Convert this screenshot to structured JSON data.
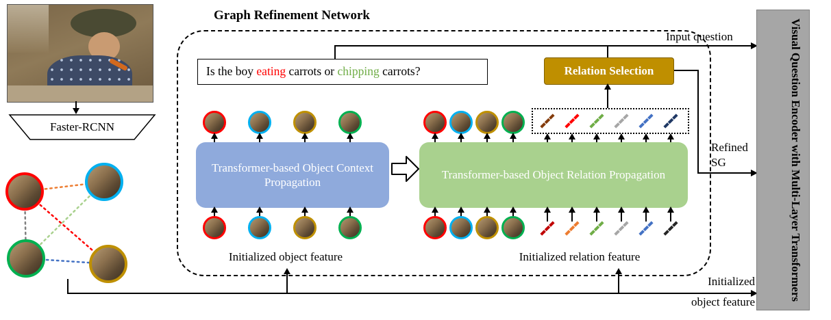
{
  "figure": {
    "title": "Graph Refinement Network",
    "question": {
      "part1": "Is the boy ",
      "eating": "eating",
      "part2": " carrots or ",
      "chipping": "chipping",
      "part3": " carrots?"
    },
    "blocks": {
      "faster_rcnn": "Faster-RCNN",
      "relation_selection": "Relation Selection",
      "object_context_propagation": "Transformer-based Object Context Propagation",
      "object_relation_propagation": "Transformer-based Object Relation Propagation",
      "question_encoder": "Visual Question Encoder with Multi-Layer Transformers"
    },
    "labels": {
      "input_question": "Input question",
      "refined_line1": "Refined",
      "refined_line2": "SG",
      "initialized_object_feature": "Initialized object feature",
      "initialized_relation_feature": "Initialized relation feature",
      "bottom_right_line1": "Initialized",
      "bottom_right_line2": "object feature"
    },
    "colors": {
      "question_eating": "#ff0000",
      "question_chipping": "#70ad47",
      "relation_selection_bg": "#bf8f00",
      "context_box_bg": "#8faadc",
      "relation_box_bg": "#a9d18e",
      "encoder_bar_bg": "#a6a6a6",
      "node_rings": [
        "#ff0000",
        "#00b0f0",
        "#bf9000",
        "#00b050"
      ],
      "left_graph_rings": [
        "#ff0000",
        "#00b0f0",
        "#00b050",
        "#bf9000"
      ],
      "graph_edges": [
        "#ed7d31",
        "#ff0000",
        "#808080",
        "#a9d18e",
        "#4472c4"
      ],
      "relation_features_top": [
        "#843c0c",
        "#ff0000",
        "#70ad47",
        "#a6a6a6",
        "#4472c4",
        "#1f3864"
      ],
      "relation_features_bottom": [
        "#c00000",
        "#ed7d31",
        "#70ad47",
        "#a6a6a6",
        "#4472c4",
        "#262626"
      ]
    }
  }
}
